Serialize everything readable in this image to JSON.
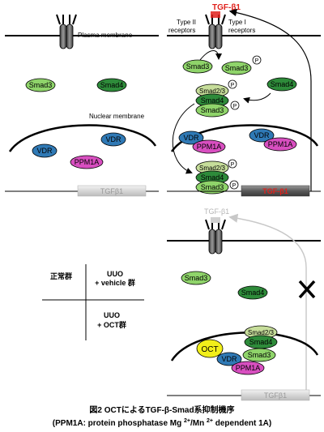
{
  "labels": {
    "plasma_membrane": "Plasma membrane",
    "nuclear_membrane": "Nuclear membrane",
    "tgf_ligand": "TGF-β1",
    "type2_receptor": "Type II\nreceptors",
    "type1_receptor": "Type I\nreceptors",
    "gene_tgf": "TGFβ1",
    "gene_tgf_active": "TGF-β1",
    "phospho": "P"
  },
  "proteins": {
    "smad3": "Smad3",
    "smad4": "Smad4",
    "smad23": "Smad2/3",
    "vdr": "VDR",
    "ppm1a": "PPM1A",
    "oct": "OCT"
  },
  "legend": {
    "normal": "正常群",
    "uuo_vehicle_1": "UUO",
    "uuo_vehicle_2": "+ vehicle 群",
    "uuo_oct_1": "UUO",
    "uuo_oct_2": "+ OCT群"
  },
  "caption": {
    "line1": "図2  OCTによるTGF-β-Smad系抑制機序",
    "line2_a": "(PPM1A:  protein phosphatase Mg ",
    "line2_sup1": "2+",
    "line2_b": "/Mn ",
    "line2_sup2": "2+",
    "line2_c": " dependent 1A)"
  },
  "colors": {
    "smad3": "#8fd46a",
    "smad4": "#2e8b3a",
    "smad23": "#c6dd9a",
    "vdr": "#2f79b5",
    "ppm1a": "#d84fc0",
    "oct": "#f2ef1a",
    "tgf_red": "#e0201b",
    "grey": "#b5b5b5"
  }
}
